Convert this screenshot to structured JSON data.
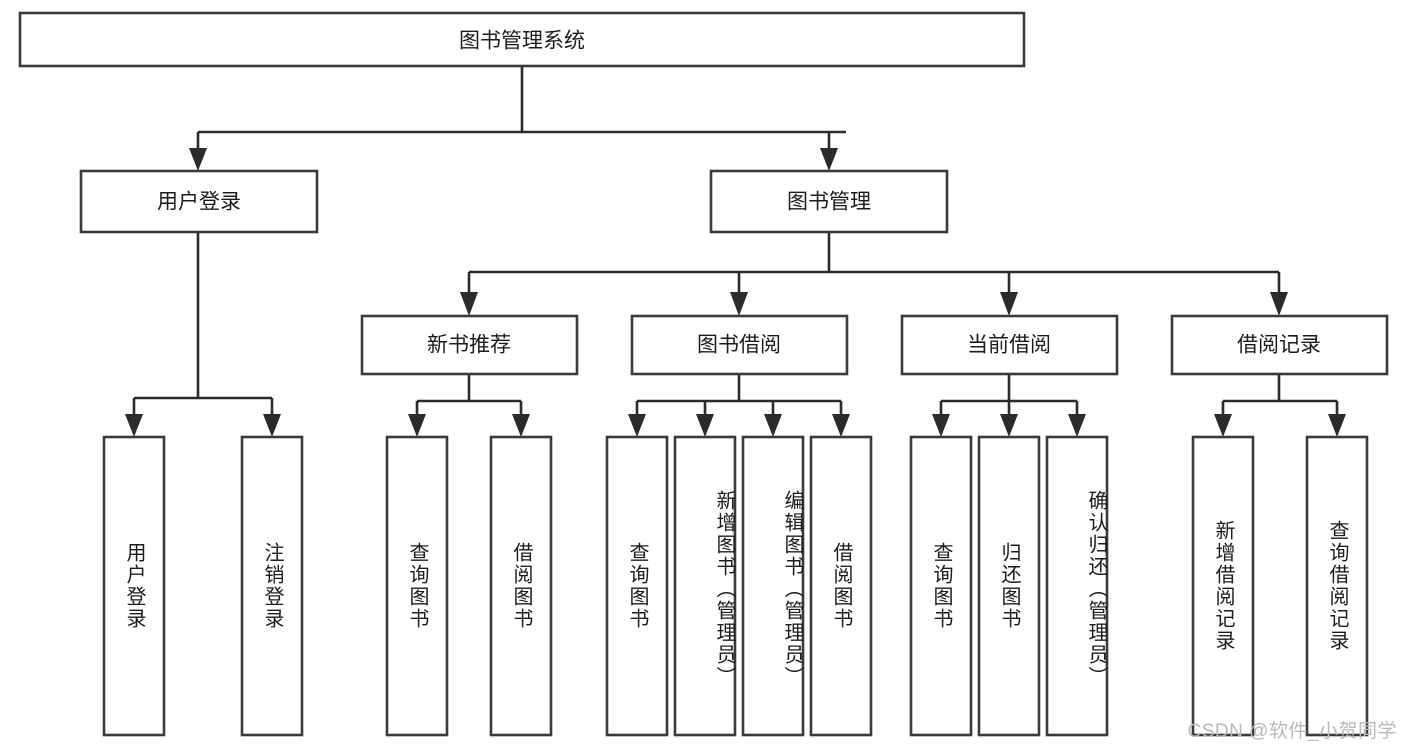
{
  "diagram": {
    "type": "tree",
    "title": "图书管理系统",
    "watermark": "CSDN @软件_小贺同学",
    "colors": {
      "box_stroke": "#3a3a3a",
      "connector": "#2b2b2b",
      "box_fill": "#ffffff",
      "text": "#1c1c1c",
      "watermark": "#b9b9b9",
      "background": "#ffffff"
    },
    "levels": {
      "root": {
        "label": "图书管理系统"
      },
      "level2": [
        {
          "id": "user-login",
          "label": "用户登录"
        },
        {
          "id": "book-management",
          "label": "图书管理"
        }
      ],
      "level3": [
        {
          "id": "new-book-recommend",
          "label": "新书推荐",
          "parent": "book-management"
        },
        {
          "id": "book-borrow",
          "label": "图书借阅",
          "parent": "book-management"
        },
        {
          "id": "current-borrow",
          "label": "当前借阅",
          "parent": "book-management"
        },
        {
          "id": "borrow-record",
          "label": "借阅记录",
          "parent": "book-management"
        }
      ],
      "leaves": [
        {
          "id": "leaf-user-login",
          "label": "用户登录",
          "parent": "user-login"
        },
        {
          "id": "leaf-logout",
          "label": "注销登录",
          "parent": "user-login"
        },
        {
          "id": "leaf-query-book-1",
          "label": "查询图书",
          "parent": "new-book-recommend"
        },
        {
          "id": "leaf-borrow-book-1",
          "label": "借阅图书",
          "parent": "new-book-recommend"
        },
        {
          "id": "leaf-query-book-2",
          "label": "查询图书",
          "parent": "book-borrow"
        },
        {
          "id": "leaf-add-book",
          "label": "新增图书（管理员）",
          "parent": "book-borrow"
        },
        {
          "id": "leaf-edit-book",
          "label": "编辑图书（管理员）",
          "parent": "book-borrow"
        },
        {
          "id": "leaf-borrow-book-2",
          "label": "借阅图书",
          "parent": "book-borrow"
        },
        {
          "id": "leaf-query-book-3",
          "label": "查询图书",
          "parent": "current-borrow"
        },
        {
          "id": "leaf-return-book",
          "label": "归还图书",
          "parent": "current-borrow"
        },
        {
          "id": "leaf-confirm-return",
          "label": "确认归还（管理员）",
          "parent": "current-borrow"
        },
        {
          "id": "leaf-add-record",
          "label": "新增借阅记录",
          "parent": "borrow-record"
        },
        {
          "id": "leaf-query-record",
          "label": "查询借阅记录",
          "parent": "borrow-record"
        }
      ]
    }
  }
}
